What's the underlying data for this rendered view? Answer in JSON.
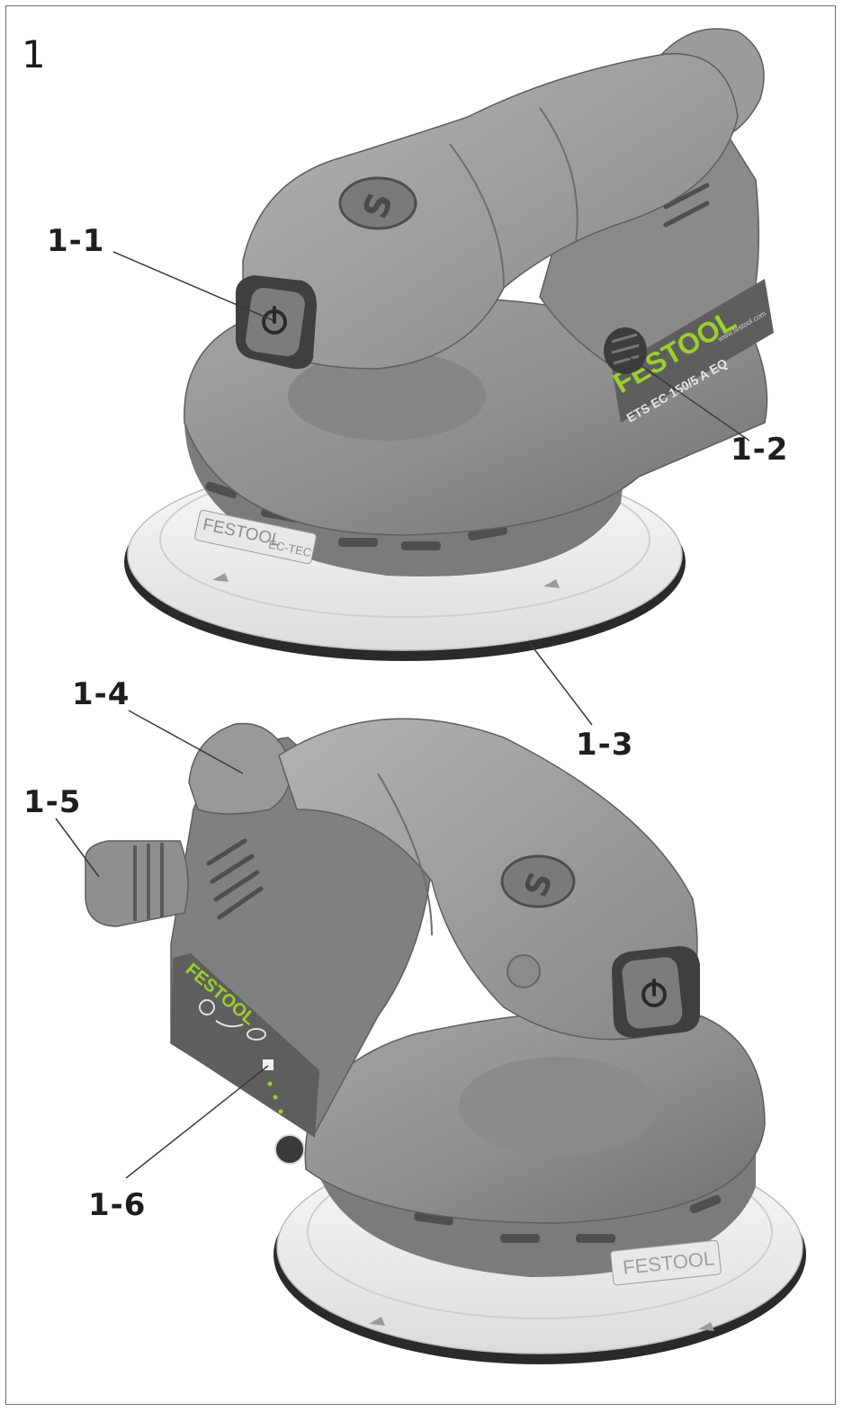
{
  "figure": {
    "number": "1"
  },
  "callouts": [
    {
      "id": "1-1",
      "label": "1-1"
    },
    {
      "id": "1-2",
      "label": "1-2"
    },
    {
      "id": "1-3",
      "label": "1-3"
    },
    {
      "id": "1-4",
      "label": "1-4"
    },
    {
      "id": "1-5",
      "label": "1-5"
    },
    {
      "id": "1-6",
      "label": "1-6"
    }
  ],
  "product": {
    "brand": "FESTOOL",
    "model": "ETS EC 150/5 A EQ",
    "website": "www.festool.com",
    "pad_label": "FESTOOL",
    "pad_code": "EC-TEC",
    "logo_letter": "S"
  },
  "colors": {
    "body": "#8c8c8c",
    "body_dark": "#6c6c6c",
    "body_light": "#a9a9a9",
    "pad": "#f1f1f1",
    "brand_green": "#9ccf2a",
    "label_plate": "#5e5e5e"
  }
}
